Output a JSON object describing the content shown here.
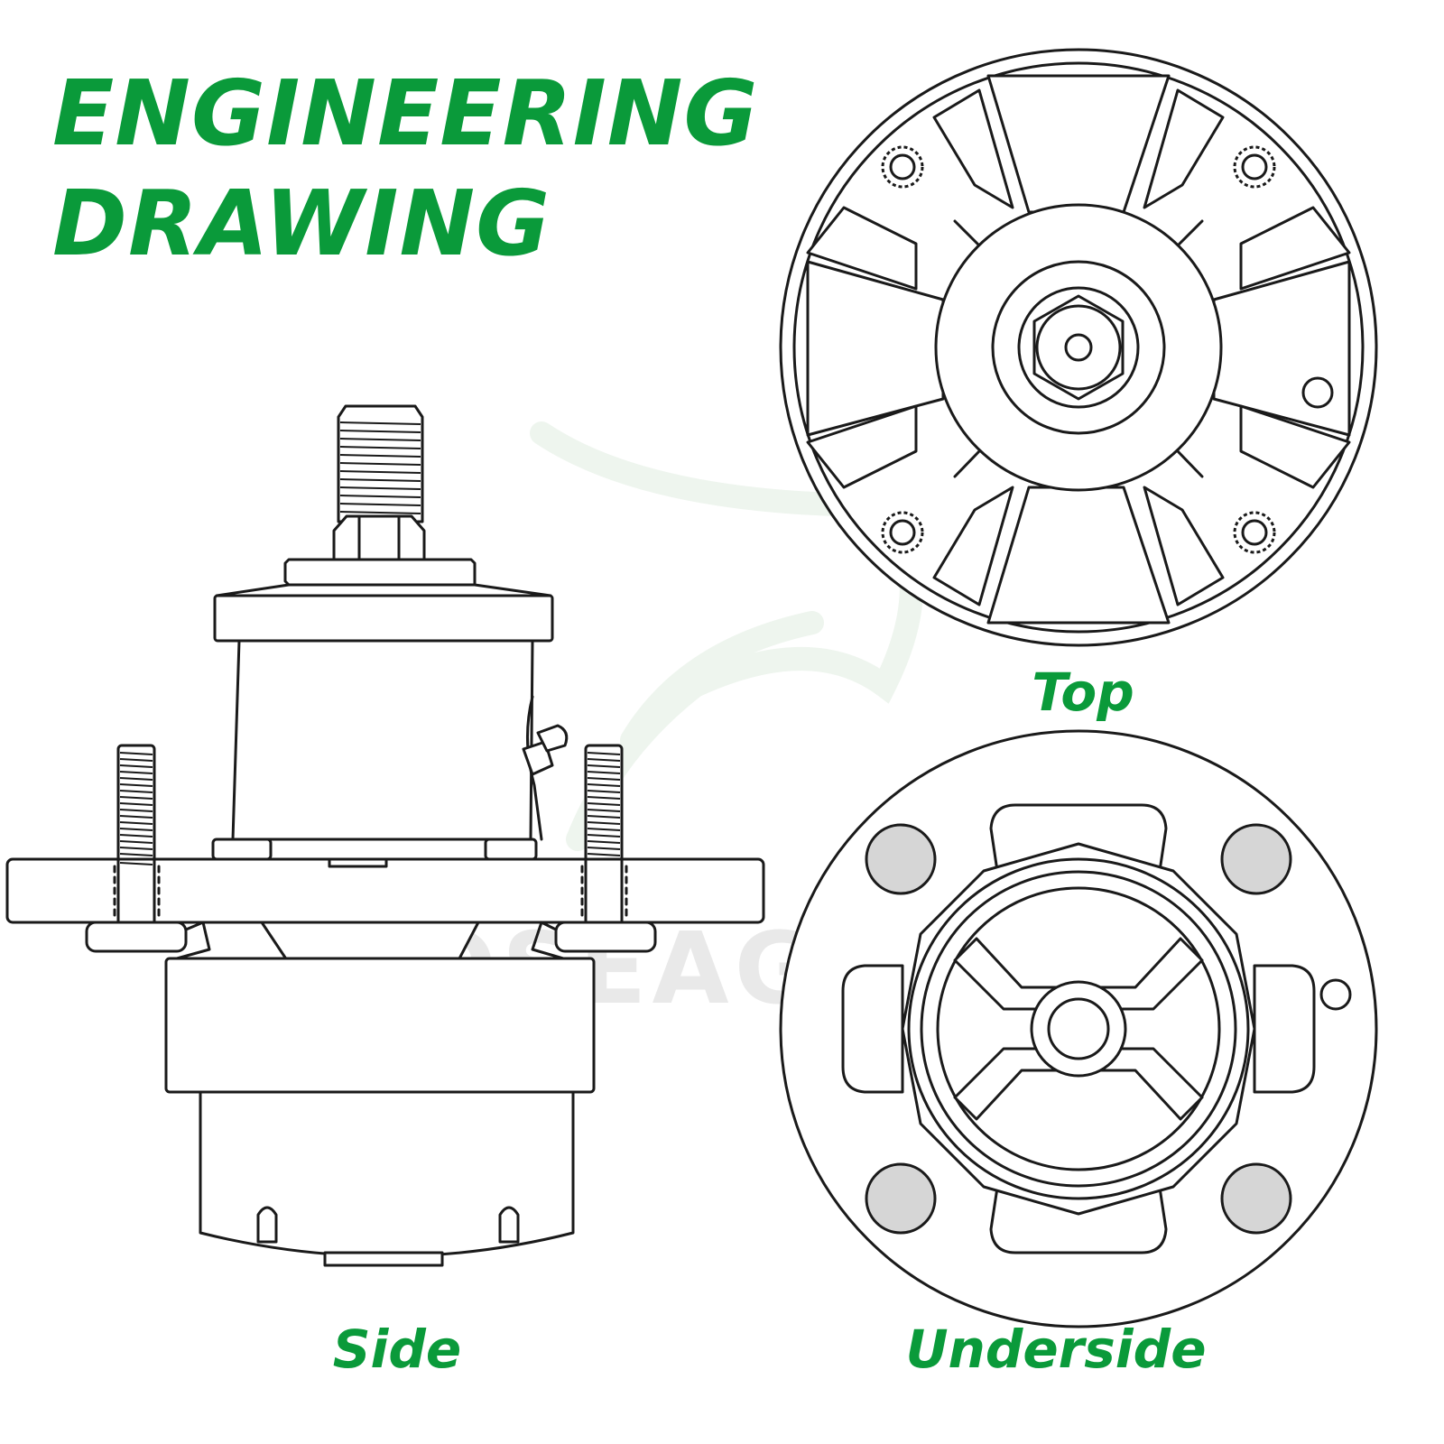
{
  "title": {
    "line1": "ENGINEERING",
    "line2": "DRAWING"
  },
  "captions": {
    "top": "Top",
    "side": "Side",
    "underside": "Underside"
  },
  "watermark": {
    "brand": "POSEAGLE",
    "registered_mark": "®"
  },
  "colors": {
    "accent": "#0a9a3a",
    "line": "#1a1a1a",
    "bolt_fill": "#d6d6d6",
    "watermark": "#e9e9e9"
  }
}
